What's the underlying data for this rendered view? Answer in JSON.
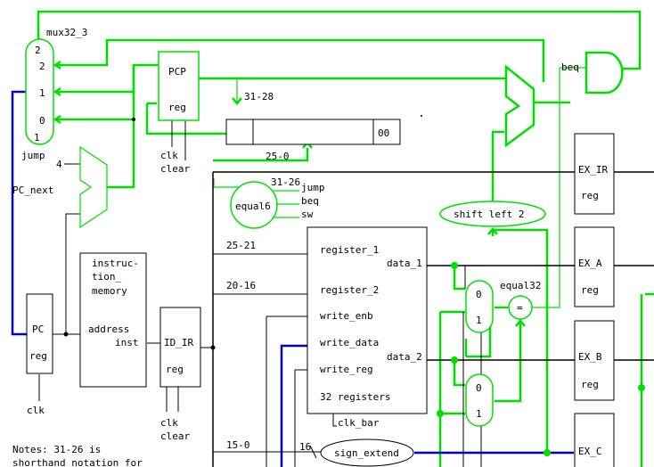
{
  "mux32_3": {
    "label": "mux32_3",
    "in2": "2",
    "in2b": "2",
    "in1": "1",
    "in0": "0",
    "sel": "1",
    "jump": "jump"
  },
  "pcp": {
    "title": "PCP",
    "type": "reg",
    "clk": "clk",
    "clear": "clear"
  },
  "jump_field": {
    "bits": "31-28",
    "zeros": "00",
    "low_bits": "25-0"
  },
  "adder_pc": {
    "const": "4"
  },
  "pc_next": "PC_next",
  "beq": "beq",
  "equal6": {
    "label": "equal6",
    "bits": "31-26",
    "out_jump": "jump",
    "out_beq": "beq",
    "out_sw": "sw"
  },
  "shift_left": "shift left 2",
  "ex_ir": {
    "title": "EX_IR",
    "type": "reg"
  },
  "ex_a": {
    "title": "EX_A",
    "type": "reg"
  },
  "ex_b": {
    "title": "EX_B",
    "type": "reg"
  },
  "ex_c": {
    "title": "EX_C"
  },
  "imem": {
    "l1": "instruc-",
    "l2": "tion_",
    "l3": "memory",
    "address": "address",
    "inst": "inst"
  },
  "pc": {
    "title": "PC",
    "type": "reg",
    "clk": "clk"
  },
  "id_ir": {
    "title": "ID_IR",
    "type": "reg",
    "clk": "clk",
    "clear": "clear"
  },
  "regfile": {
    "register_1": "register_1",
    "data_1": "data_1",
    "register_2": "register_2",
    "write_enb": "write_enb",
    "write_data": "write_data",
    "data_2": "data_2",
    "write_reg": "write_reg",
    "count": "32 registers",
    "clk_bar": "clk_bar"
  },
  "fields": {
    "f1": "25-21",
    "f2": "20-16",
    "f3": "15-0",
    "width": "16"
  },
  "sign_extend": "sign_extend",
  "mux_a": {
    "in0": "0",
    "in1": "1"
  },
  "mux_b": {
    "in0": "0",
    "in1": "1"
  },
  "equal32": {
    "label": "equal32",
    "sym": "="
  },
  "notes": {
    "l1": "Notes: 31-26 is",
    "l2": "shorthand notation for"
  }
}
